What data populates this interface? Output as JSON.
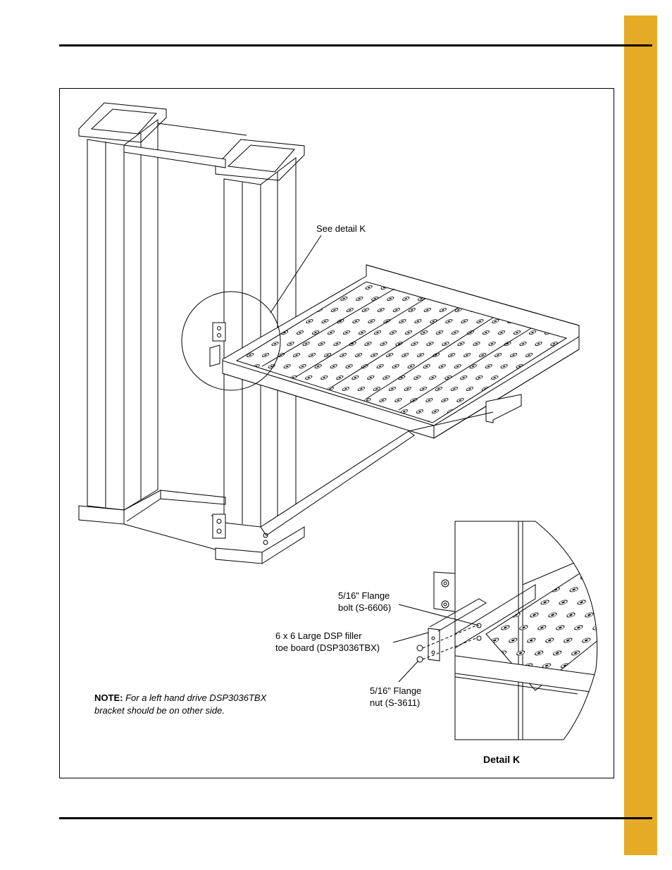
{
  "labels": {
    "see_detail": "See detail K",
    "flange_bolt_line1": "5/16\" Flange",
    "flange_bolt_line2": "bolt (S-6606)",
    "filler_line1": "6 x 6 Large DSP filler",
    "filler_line2": "toe board (DSP3036TBX)",
    "flange_nut_line1": "5/16\" Flange",
    "flange_nut_line2": "nut (S-3611)"
  },
  "note": {
    "prefix": "NOTE:",
    "line1": "For a left hand drive DSP3036TBX",
    "line2": "bracket should be on other side."
  },
  "detail_title": "Detail K",
  "colors": {
    "tab": "#e6ab26",
    "line": "#000000"
  }
}
